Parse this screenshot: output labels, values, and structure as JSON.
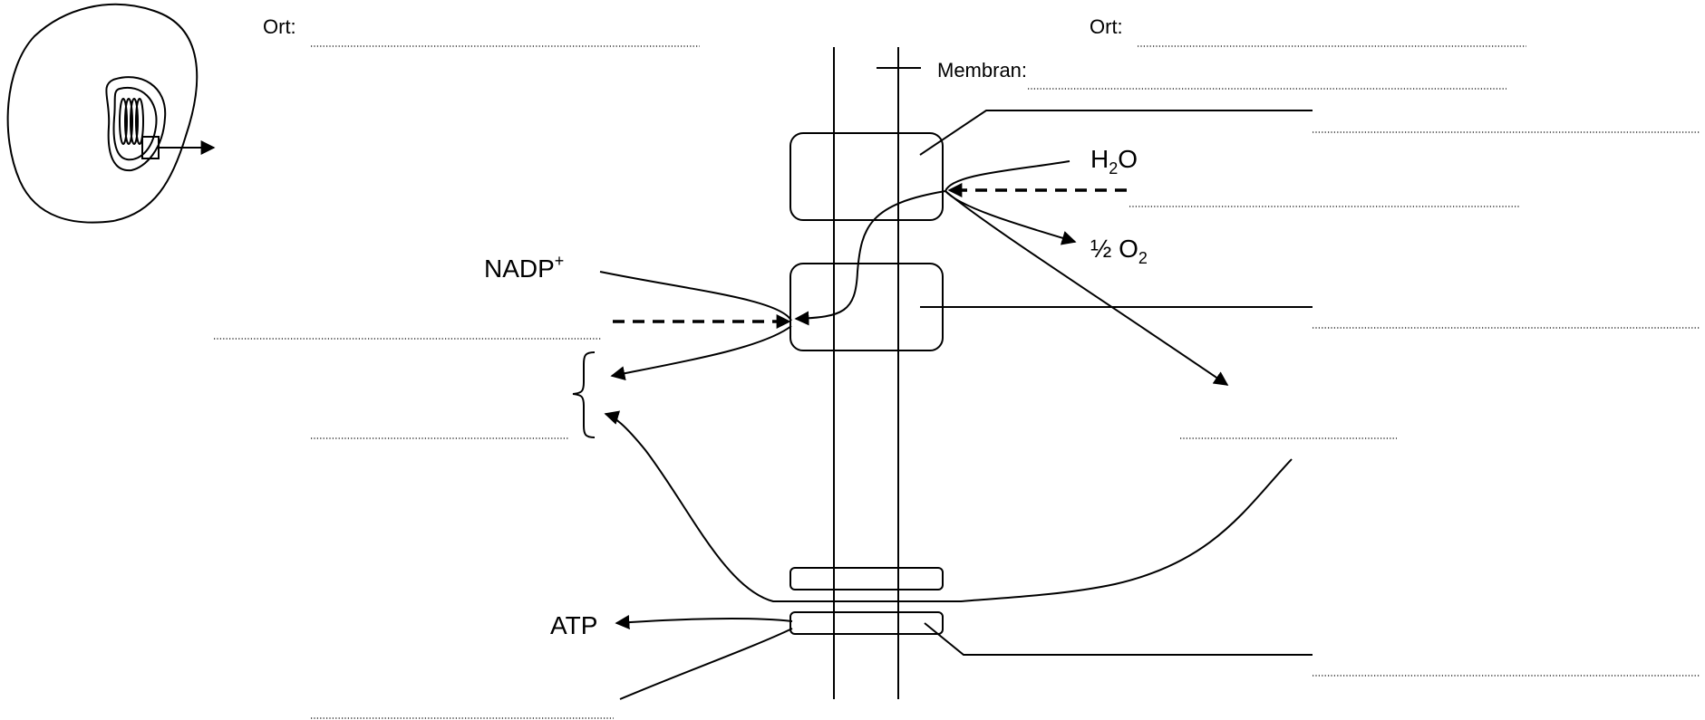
{
  "labels": {
    "ort_left": "Ort:",
    "ort_right": "Ort:",
    "membran": "Membran:",
    "h2o_main": "H",
    "h2o_sub": "2",
    "h2o_end": "O",
    "o2_main": "½ O",
    "o2_sub": "2",
    "nadp_main": "NADP",
    "nadp_sup": "+",
    "atp": "ATP"
  },
  "colors": {
    "stroke": "#000000",
    "background": "#ffffff"
  }
}
